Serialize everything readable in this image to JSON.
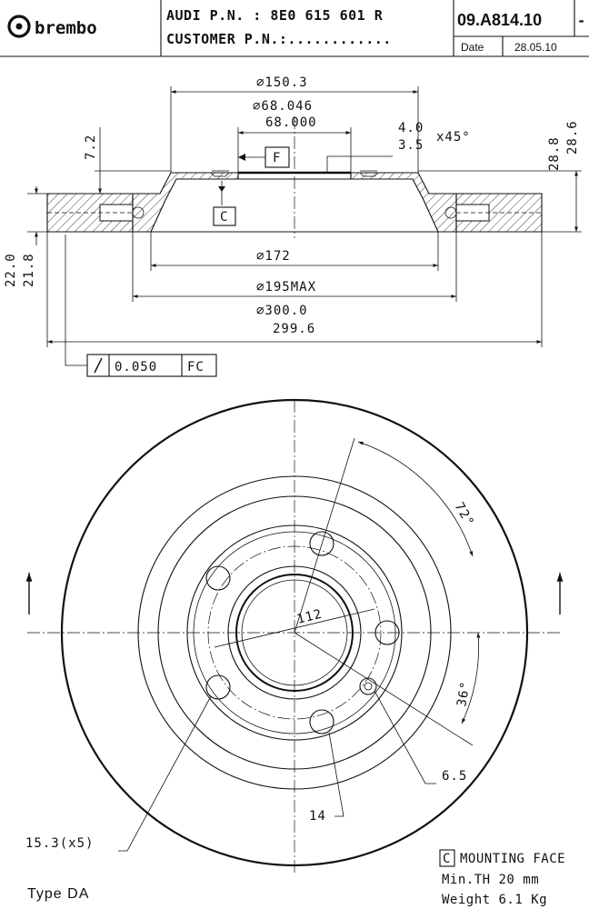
{
  "header": {
    "brand": "brembo",
    "oem_line": "AUDI P.N. : 8E0 615 601 R",
    "customer_line": "CUSTOMER P.N.:............",
    "part_code": "09.A814.10",
    "revision": "-",
    "date_label": "Date",
    "date_value": "28.05.10"
  },
  "section_view": {
    "d_outer_hat": "∅150.3",
    "d_bore_max": "∅68.046",
    "d_bore_min": "68.000",
    "chamfer_top": "4.0",
    "chamfer_bottom": "3.5",
    "chamfer_angle": "x45°",
    "hat_depth": "7.2",
    "height_max": "28.8",
    "height_min": "28.6",
    "datum_f": "F",
    "datum_c": "C",
    "d_inner": "∅172",
    "d_hub_max": "∅195MAX",
    "d_disc_max": "∅300.0",
    "d_disc_min": "299.6",
    "thick_max": "22.0",
    "thick_min": "21.8",
    "runout_symbol": "/",
    "runout_value": "0.050",
    "runout_datums": "FC"
  },
  "front_view": {
    "pcd": "112",
    "angle_bolts": "72°",
    "angle_hole": "36°",
    "hole_small": "6.5",
    "bolt_hole": "14",
    "bolt_holes_count": "15.3(x5)"
  },
  "footer": {
    "type_label": "Type DA",
    "mounting_face_symbol": "C",
    "mounting_face_label": "MOUNTING FACE",
    "min_thickness": "Min.TH  20 mm",
    "weight": "Weight 6.1 Kg"
  }
}
